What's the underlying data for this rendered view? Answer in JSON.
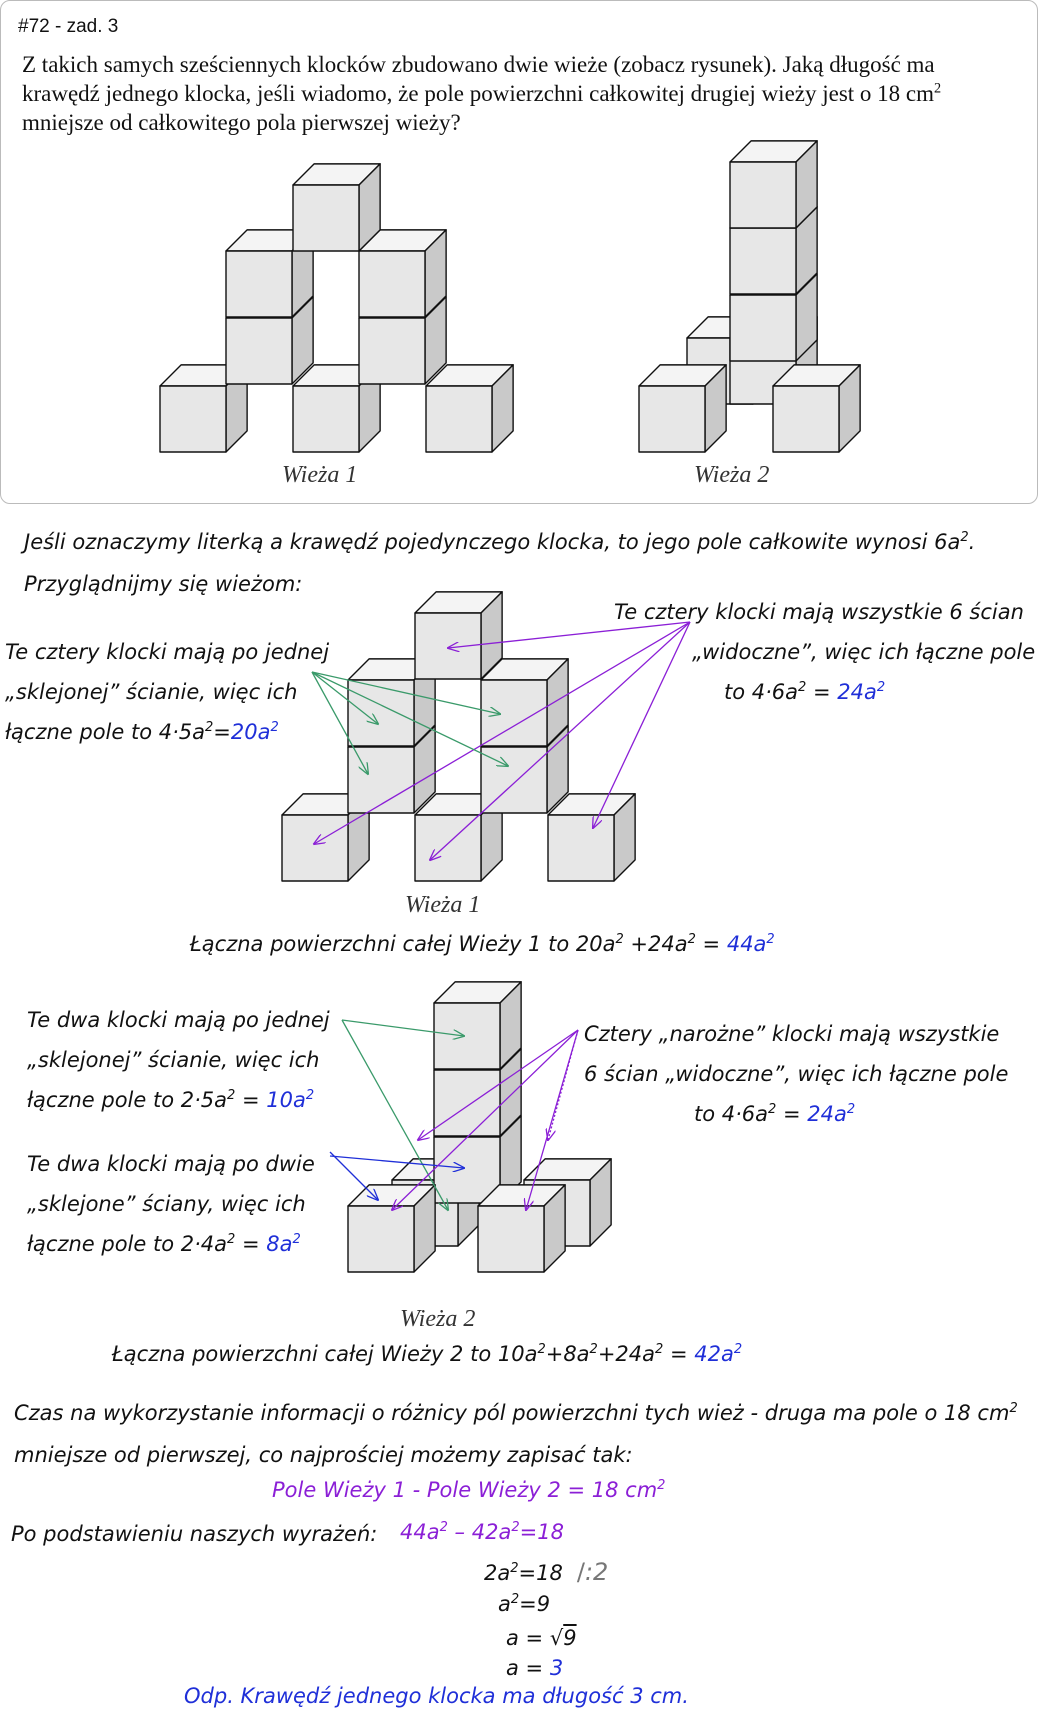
{
  "header": {
    "tag": "#72 - zad. 3",
    "task": {
      "line1": "Z takich samych sześciennych klocków zbudowano dwie wieże (zobacz rysunek). Jaką długość ma",
      "line2": "krawędź jednego klocka, jeśli wiadomo, że pole powierzchni całkowitej drugiej wieży jest o 18 cm",
      "line2_sup": "2",
      "line3": "mniejsze od całkowitego pola pierwszej wieży?"
    },
    "caption1": "Wieża 1",
    "caption2": "Wieża 2"
  },
  "solution": {
    "intro": "Jeśli oznaczymy literką a krawędź pojedynczego klocka, to jego pole całkowite wynosi 6a",
    "intro_sup": "2",
    "intro_end": ".",
    "look": "Przyglądnijmy się wieżom:",
    "t1_left": {
      "l1": "Te cztery klocki mają po jednej",
      "l2": "„sklejonej” ścianie, więc ich",
      "l3": "łączne pole to 4·5a",
      "l3_sup": "2",
      "l3_eq": "=",
      "l3_result": "20a",
      "l3_result_sup": "2"
    },
    "t1_right": {
      "l1": "Te cztery klocki mają wszystkie 6 ścian",
      "l2": "„widoczne”, więc ich łączne pole",
      "l3": "to 4·6a",
      "l3_sup": "2",
      "l3_eq": " = ",
      "l3_result": "24a",
      "l3_result_sup": "2"
    },
    "t1_caption": "Wieża 1",
    "t1_total": {
      "text": "Łączna powierzchni całej Wieży 1 to 20a",
      "sup1": "2",
      "mid": " +24a",
      "sup2": "2",
      "eq": " = ",
      "result": "44a",
      "result_sup": "2"
    },
    "t2_left_a": {
      "l1": "Te dwa klocki mają po jednej",
      "l2": "„sklejonej” ścianie, więc ich",
      "l3": "łączne pole to 2·5a",
      "l3_sup": "2",
      "l3_eq": " = ",
      "l3_result": "10a",
      "l3_result_sup": "2"
    },
    "t2_left_b": {
      "l1": "Te dwa klocki mają po dwie",
      "l2": "„sklejone” ściany, więc ich",
      "l3": "łączne pole to 2·4a",
      "l3_sup": "2",
      "l3_eq": " = ",
      "l3_result": "8a",
      "l3_result_sup": "2"
    },
    "t2_right": {
      "l1": "Cztery „narożne” klocki mają wszystkie",
      "l2": "6 ścian „widoczne”, więc ich łączne pole",
      "l3": "to 4·6a",
      "l3_sup": "2",
      "l3_eq": " = ",
      "l3_result": "24a",
      "l3_result_sup": "2"
    },
    "t2_caption": "Wieża 2",
    "t2_total": {
      "text": "Łączna powierzchni całej Wieży 2 to 10a",
      "sup1": "2",
      "p2": "+8a",
      "sup2": "2",
      "p3": "+24a",
      "sup3": "2",
      "eq": " = ",
      "result": "42a",
      "result_sup": "2"
    },
    "time": {
      "l1": "Czas na wykorzystanie informacji o różnicy pól powierzchni tych wież - druga ma pole o 18 cm",
      "l1_sup": "2",
      "l2": "mniejsze od pierwszej, co najprościej możemy zapisać tak:"
    },
    "eq_main": {
      "text": "Pole Wieży 1 - Pole Wieży 2 = 18 cm",
      "sup": "2"
    },
    "substitute": "Po podstawieniu naszych wyrażeń:",
    "eq_sub": {
      "a": "44a",
      "a_sup": "2",
      "mid": " – 42a",
      "b_sup": "2",
      "end": "=18"
    },
    "steps": {
      "s1": "2a",
      "s1_sup": "2",
      "s1_end": "=18",
      "s1_div": ":2",
      "s2": "a",
      "s2_sup": "2",
      "s2_end": "=9",
      "s3": "a =",
      "s3_rad": "9",
      "s4": "a =",
      "s4_val": "3"
    },
    "answer": "Odp.  Krawędź jednego klocka ma długość 3 cm."
  },
  "colors": {
    "blue": "#1f2fd8",
    "purple": "#8b1fd6",
    "green": "#3a9a6a",
    "gray": "#777777"
  }
}
